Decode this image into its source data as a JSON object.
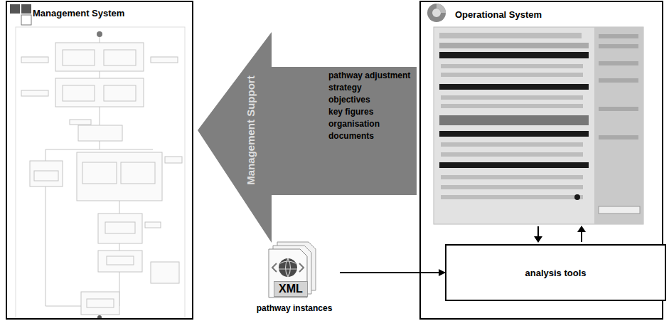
{
  "diagram": {
    "nodes": [
      {
        "text": [
          "Management System"
        ]
      },
      {
        "text": [
          "Management Support",
          "pathway adjustment",
          "strategy",
          "objectives",
          "key figures",
          "organisation",
          "documents"
        ]
      },
      {
        "text": [
          "XML",
          "pathway instances"
        ]
      },
      {
        "text": [
          "Operational System"
        ]
      },
      {
        "text": [
          "analysis tools"
        ],
        "in": 3
      }
    ],
    "edges": [
      {
        "from": 2,
        "to": 4,
        "arrow": "to"
      }
    ]
  }
}
